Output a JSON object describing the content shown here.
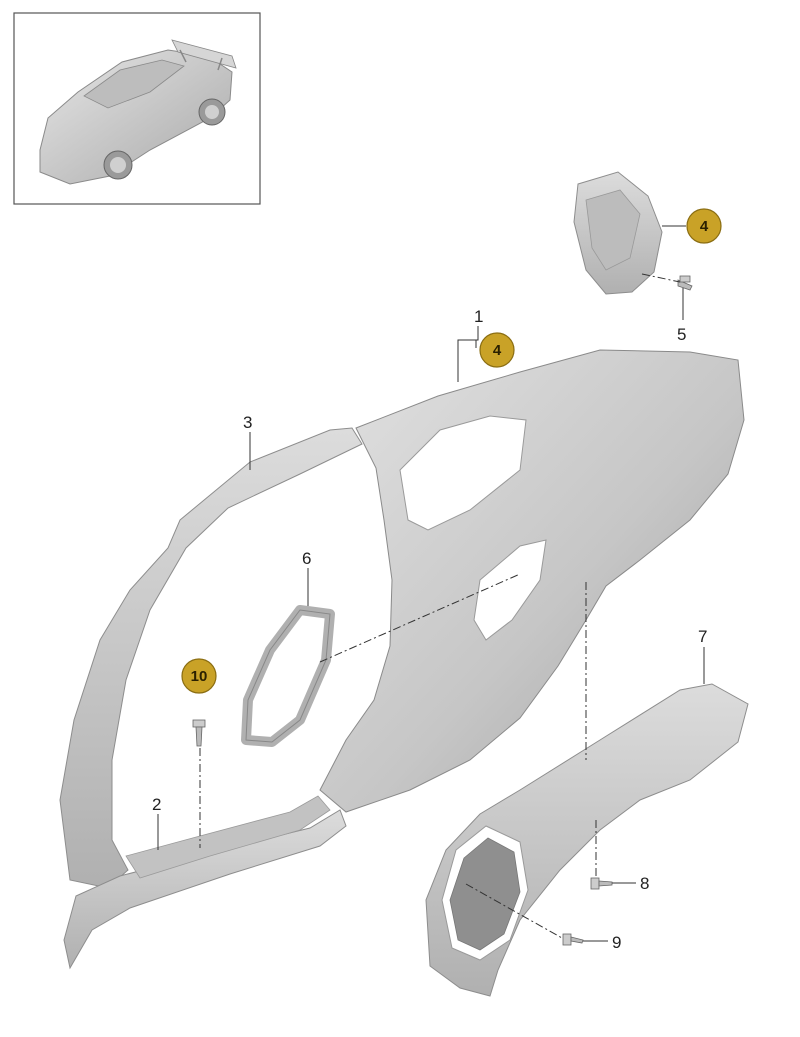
{
  "callouts": [
    {
      "id": "1",
      "label": "1"
    },
    {
      "id": "2",
      "label": "2"
    },
    {
      "id": "3",
      "label": "3"
    },
    {
      "id": "5",
      "label": "5"
    },
    {
      "id": "6",
      "label": "6"
    },
    {
      "id": "7",
      "label": "7"
    },
    {
      "id": "8",
      "label": "8"
    },
    {
      "id": "9",
      "label": "9"
    }
  ],
  "badges": [
    {
      "id": "badge-a",
      "label": "4"
    },
    {
      "id": "badge-b",
      "label": "4"
    },
    {
      "id": "badge-c",
      "label": "10"
    }
  ],
  "colors": {
    "badge_fill": "#c9a227",
    "badge_stroke": "#8a6d12",
    "part_fill": "#cfcfcf",
    "part_shade": "#a9a9a9",
    "line": "#333333"
  }
}
